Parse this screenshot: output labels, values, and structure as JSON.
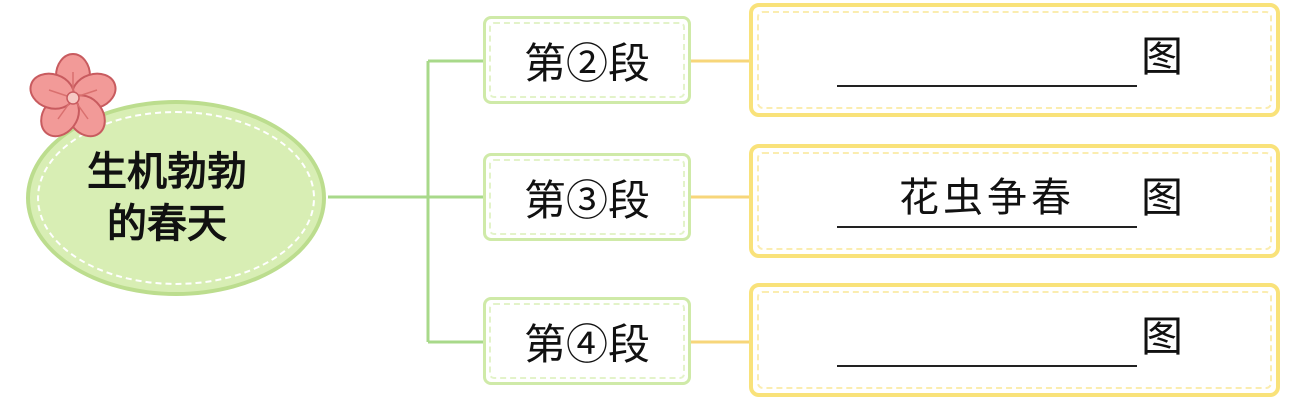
{
  "root": {
    "line1": "生机勃勃",
    "line2": "的春天"
  },
  "branches": [
    {
      "label": "第②段",
      "answer": "",
      "suffix": "图"
    },
    {
      "label": "第③段",
      "answer": "花虫争春",
      "suffix": "图"
    },
    {
      "label": "第④段",
      "answer": "",
      "suffix": "图"
    }
  ],
  "colors": {
    "root_fill": "#d8eeb4",
    "connector_green": "#a8d98a",
    "connector_yellow": "#f7d67a",
    "answer_border": "#f9e27a",
    "flower": "#f08a8a"
  }
}
